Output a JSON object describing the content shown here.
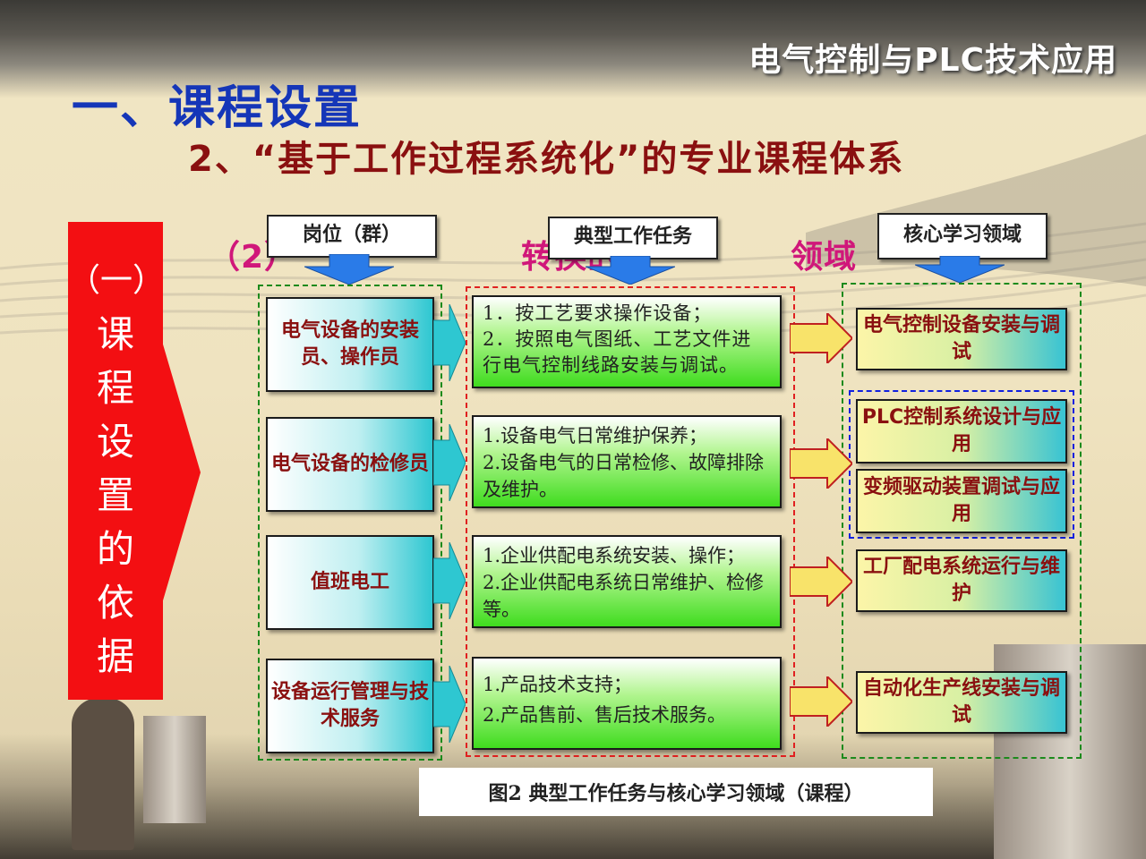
{
  "course_name": "电气控制与PLC技术应用",
  "main_title": "一、课程设置",
  "subtitle": "2、“基于工作过程系统化”的专业课程体系",
  "sub_heading_visible": "（2）",
  "sub_heading_fragments": [
    "转换的",
    "领域"
  ],
  "side_label": {
    "paren": "（一）",
    "chars": [
      "课",
      "程",
      "设",
      "置",
      "的",
      "依",
      "据"
    ]
  },
  "headers": {
    "roles": "岗位（群）",
    "tasks": "典型工作任务",
    "areas": "核心学习领域"
  },
  "rows": [
    {
      "role": "电气设备的安装员、操作员",
      "tasks": [
        "1．按工艺要求操作设备；",
        "2．按照电气图纸、工艺文件进行电气控制线路安装与调试。"
      ]
    },
    {
      "role": "电气设备的检修员",
      "tasks": [
        "1.设备电气日常维护保养；",
        "2.设备电气的日常检修、故障排除及维护。"
      ]
    },
    {
      "role": "值班电工",
      "tasks": [
        "1.企业供配电系统安装、操作；",
        "2.企业供配电系统日常维护、检修等。"
      ]
    },
    {
      "role": "设备运行管理与技术服务",
      "tasks": [
        "1.产品技术支持；",
        "2.产品售前、售后技术服务。"
      ]
    }
  ],
  "areas": [
    "电气控制设备安装与调试",
    "PLC控制系统设计与应用",
    "变频驱动装置调试与应用",
    "工厂配电系统运行与维护",
    "自动化生产线安装与调试"
  ],
  "caption": "图2 典型工作任务与核心学习领域（课程）",
  "colors": {
    "title_blue": "#1536b8",
    "subtitle_red": "#8a1010",
    "side_red": "#f30f12",
    "sub_magenta": "#d0177a"
  }
}
